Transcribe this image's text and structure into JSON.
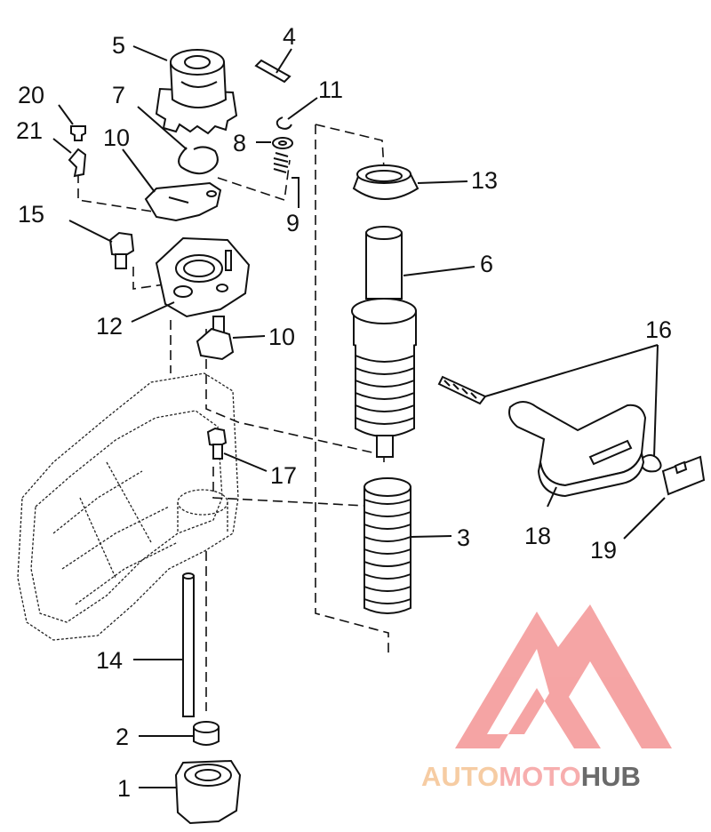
{
  "labels": {
    "p1": "1",
    "p2": "2",
    "p3": "3",
    "p4": "4",
    "p5": "5",
    "p6": "6",
    "p7": "7",
    "p8": "8",
    "p9": "9",
    "p10a": "10",
    "p10b": "10",
    "p11": "11",
    "p12": "12",
    "p13": "13",
    "p14": "14",
    "p15": "15",
    "p16": "16",
    "p17": "17",
    "p18": "18",
    "p19": "19",
    "p20": "20",
    "p21": "21"
  },
  "watermark": {
    "part1": "AUTO",
    "part2": "MOTO",
    "part3": "HUB",
    "color1": "#f6c79a",
    "color2": "#f7a6a6",
    "color3": "#5a5a5a",
    "logo_color": "#f49b9b"
  }
}
